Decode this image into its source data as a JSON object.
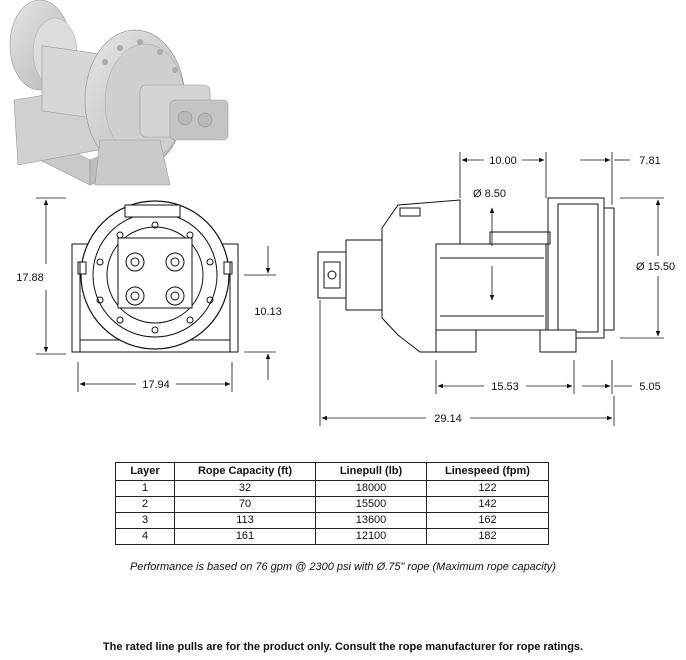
{
  "dimensions": {
    "height_overall": "17.88",
    "width_base": "17.94",
    "center_height": "10.13",
    "drum_length": "10.00",
    "flange_offset": "7.81",
    "drum_diameter": "Ø 8.50",
    "flange_diameter": "Ø 15.50",
    "foot_spacing": "15.53",
    "foot_offset": "5.05",
    "overall_length": "29.14"
  },
  "table": {
    "headers": [
      "Layer",
      "Rope Capacity (ft)",
      "Linepull (lb)",
      "Linespeed (fpm)"
    ],
    "rows": [
      [
        "1",
        "32",
        "18000",
        "122"
      ],
      [
        "2",
        "70",
        "15500",
        "142"
      ],
      [
        "3",
        "113",
        "13600",
        "162"
      ],
      [
        "4",
        "161",
        "12100",
        "182"
      ]
    ]
  },
  "note": "Performance is based on 76 gpm @ 2300 psi with Ø.75\" rope (Maximum rope capacity)",
  "disclaimer": "The rated line pulls are for the product only. Consult the rope manufacturer for rope ratings."
}
